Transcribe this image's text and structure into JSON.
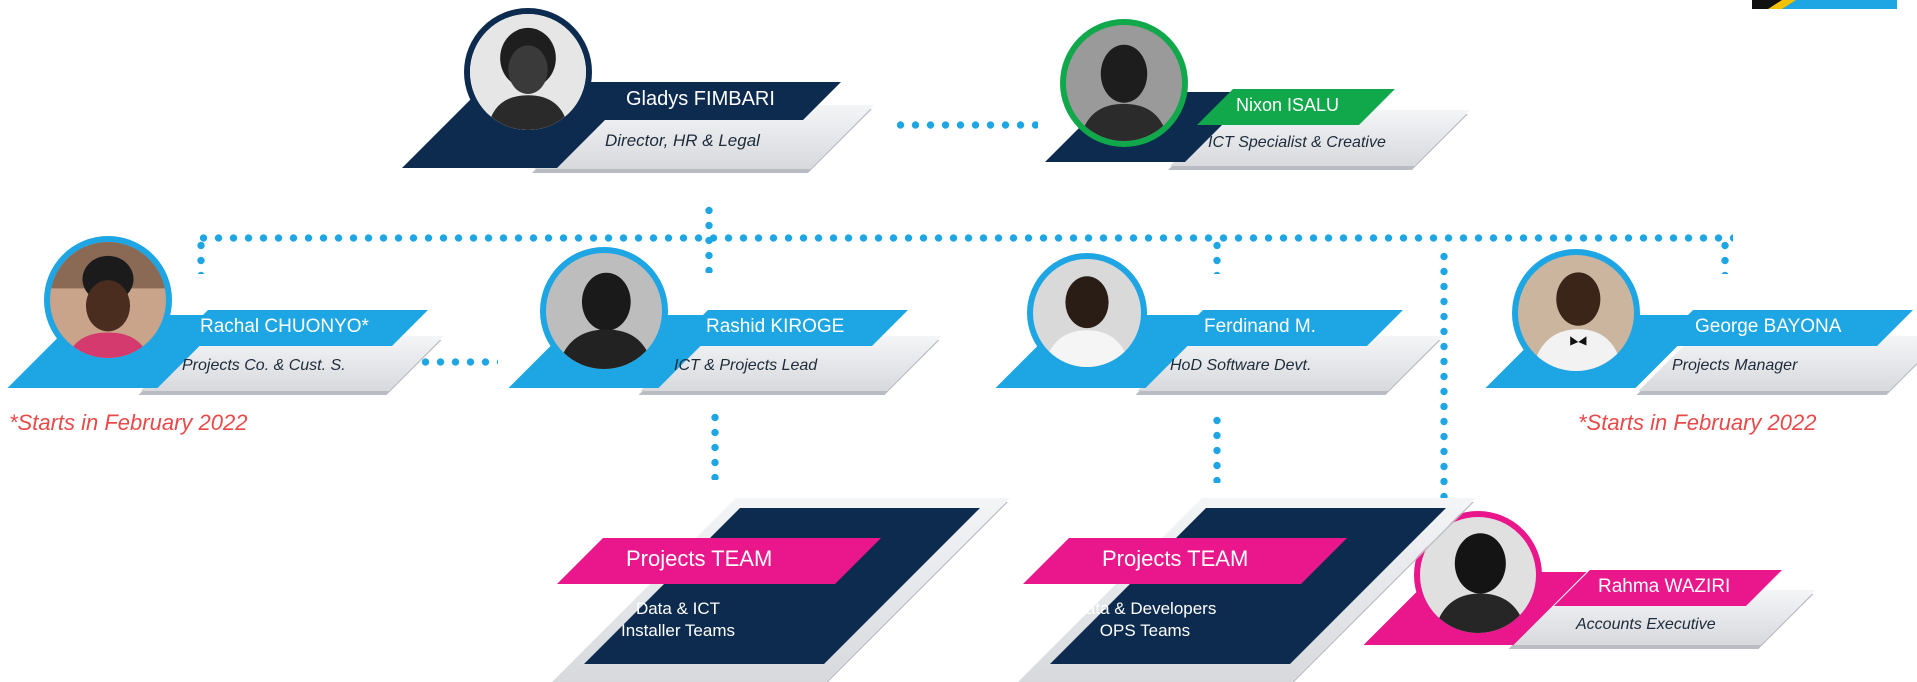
{
  "colors": {
    "navy": "#0d2b4e",
    "blue": "#1da6e3",
    "green": "#10a84a",
    "magenta": "#e9168c",
    "note_red": "#e84a4a"
  },
  "people": {
    "gladys": {
      "name": "Gladys FIMBARI",
      "role": "Director, HR & Legal"
    },
    "nixon": {
      "name": "Nixon ISALU",
      "role": "ICT Specialist & Creative"
    },
    "rachal": {
      "name": "Rachal CHUONYO*",
      "role": "Projects Co. & Cust. S."
    },
    "rashid": {
      "name": "Rashid KIROGE",
      "role": "ICT & Projects Lead"
    },
    "ferdinand": {
      "name": "Ferdinand M.",
      "role": "HoD Software Devt."
    },
    "george": {
      "name": "George BAYONA",
      "role": "Projects Manager"
    },
    "rahma": {
      "name": "Rahma WAZIRI",
      "role": "Accounts Executive"
    }
  },
  "notes": {
    "left": "*Starts in February 2022",
    "right": "*Starts in February 2022"
  },
  "teams": {
    "team1": {
      "title": "Projects TEAM",
      "line1": "Data & ICT",
      "line2": "Installer Teams"
    },
    "team2": {
      "title": "Projects TEAM",
      "line1": "Data & Developers",
      "line2": "OPS Teams"
    }
  }
}
